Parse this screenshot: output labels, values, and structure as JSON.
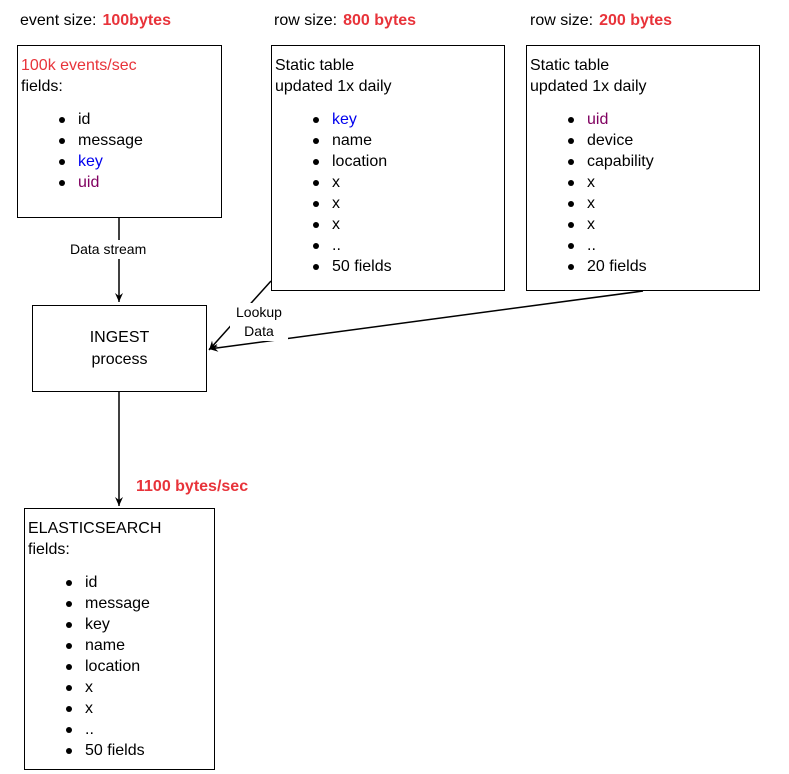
{
  "headers": {
    "event": {
      "label": "event size:",
      "value": "100bytes"
    },
    "row1": {
      "label": "row size:",
      "value": "800 bytes"
    },
    "row2": {
      "label": "row size:",
      "value": "200 bytes"
    }
  },
  "events_box": {
    "rate": "100k events/sec",
    "title": "fields:",
    "fields": [
      "id",
      "message",
      "key",
      "uid"
    ]
  },
  "table1_box": {
    "title_line1": "Static table",
    "title_line2": "updated 1x daily",
    "fields": [
      "key",
      "name",
      "location",
      "x",
      "x",
      "x",
      "..",
      "50 fields"
    ]
  },
  "table2_box": {
    "title_line1": "Static table",
    "title_line2": "updated 1x daily",
    "fields": [
      "uid",
      "device",
      "capability",
      "x",
      "x",
      "x",
      "..",
      "20 fields"
    ]
  },
  "ingest": {
    "line1": "INGEST",
    "line2": "process"
  },
  "edges": {
    "data_stream": "Data stream",
    "lookup_line1": "Lookup",
    "lookup_line2": "Data",
    "output_rate": "1100 bytes/sec"
  },
  "elastic_box": {
    "title_line1": "ELASTICSEARCH",
    "title_line2": "fields:",
    "fields": [
      "id",
      "message",
      "key",
      "name",
      "location",
      "x",
      "x",
      "..",
      "50 fields"
    ]
  },
  "colors": {
    "accent_red": "#e8333a",
    "key_blue": "#0000ee",
    "uid_purple": "#800060"
  }
}
